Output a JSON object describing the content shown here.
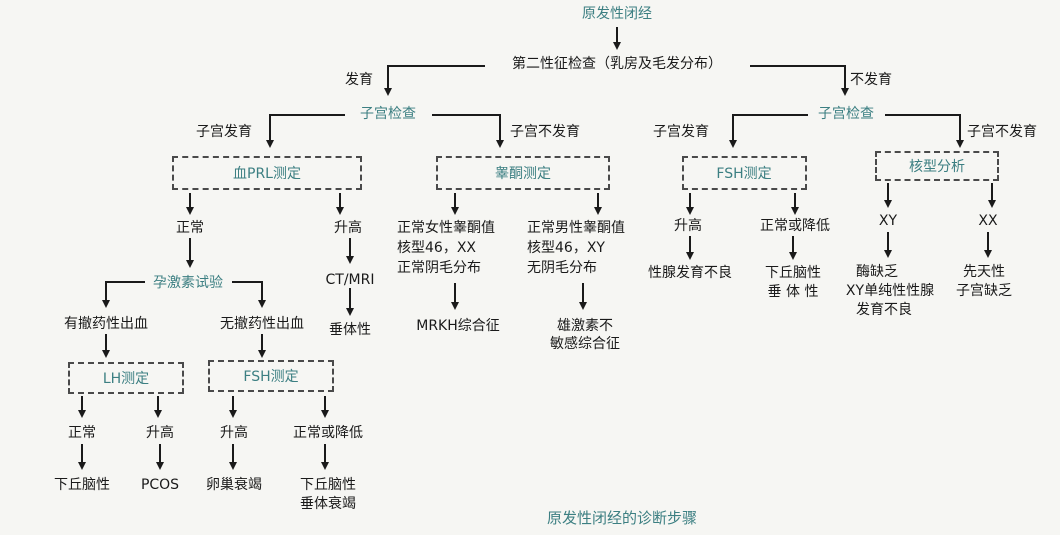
{
  "nodes": {
    "root": "原发性闭经",
    "secondary_sex_exam": "第二性征检查（乳房及毛发分布）",
    "branch_developed": "发育",
    "branch_undeveloped": "不发育",
    "uterus_exam_left": "子宫检查",
    "uterus_exam_right": "子宫检查",
    "uterus_developed_left": "子宫发育",
    "uterus_undeveloped_left": "子宫不发育",
    "uterus_developed_right": "子宫发育",
    "uterus_undeveloped_right": "子宫不发育",
    "prl_test": "血PRL测定",
    "testosterone_test": "睾酮测定",
    "fsh_test_right": "FSH测定",
    "karyotype": "核型分析",
    "normal": "正常",
    "elevated_prl": "升高",
    "progesterone_test": "孕激素试验",
    "withdrawal_bleeding": "有撤药性出血",
    "no_withdrawal_bleeding": "无撤药性出血",
    "lh_test": "LH测定",
    "fsh_test_left": "FSH测定",
    "lh_normal": "正常",
    "lh_elevated": "升高",
    "hypothalamic": "下丘脑性",
    "pcos": "PCOS",
    "fsh_elevated_left": "升高",
    "fsh_normal_low_left": "正常或降低",
    "ovarian_failure": "卵巢衰竭",
    "hypothalamic_pituitary_failure": [
      "下丘脑性",
      "垂体衰竭"
    ],
    "ct_mri": "CT/MRI",
    "pituitary": "垂体性",
    "female_testosterone": [
      "正常女性睾酮值",
      "核型46，XX",
      "正常阴毛分布"
    ],
    "male_testosterone": [
      "正常男性睾酮值",
      "核型46，XY",
      "无阴毛分布"
    ],
    "mrkh": "MRKH综合征",
    "androgen_insensitivity": [
      "雄激素不",
      "敏感综合征"
    ],
    "fsh_elevated_right": "升高",
    "fsh_normal_low_right": "正常或降低",
    "gonadal_dysgenesis": "性腺发育不良",
    "hypothalamic_pituitary_right": [
      "下丘脑性",
      "垂 体 性"
    ],
    "xy": "XY",
    "xx": "XX",
    "enzyme_deficiency": [
      "酶缺乏",
      "XY单纯性性腺",
      "发育不良"
    ],
    "congenital_uterine_absence": [
      "先天性",
      "子宫缺乏"
    ]
  },
  "caption": "原发性闭经的诊断步骤",
  "colors": {
    "accent": "#3c7f82",
    "line": "#1a1a1a",
    "background": "#f6f6f3"
  }
}
